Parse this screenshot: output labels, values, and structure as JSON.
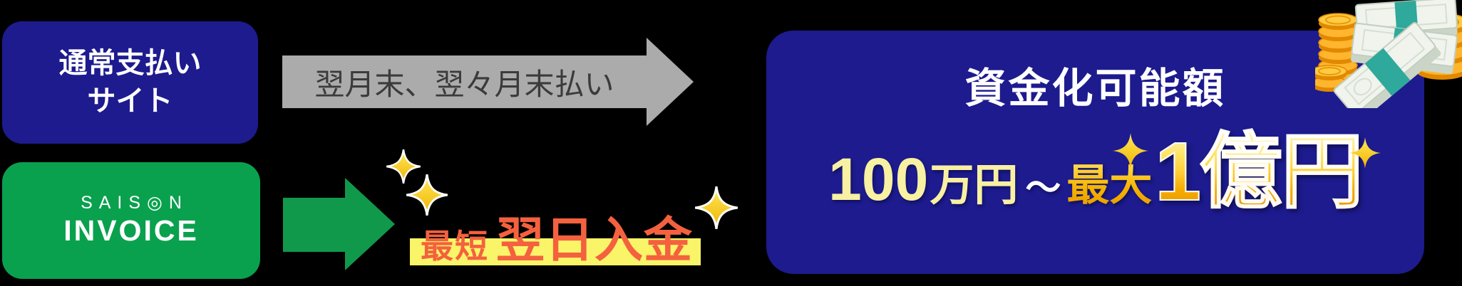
{
  "canvas": {
    "bg": "#000000"
  },
  "normal_box": {
    "line1": "通常支払い",
    "line2": "サイト",
    "bg": "#1e1b8f",
    "text_color": "#ffffff"
  },
  "gray_arrow": {
    "label": "翌月末、翌々月末払い",
    "arrow_color": "#ababab",
    "text_color": "#3b3b3b"
  },
  "saison_box": {
    "brand_top": "SAISON",
    "brand_top_display": "SAIS◎N",
    "brand_bottom": "INVOICE",
    "bg": "#0aa14e",
    "text_color": "#ffffff"
  },
  "green_arrow": {
    "color": "#11994b"
  },
  "fast_deposit": {
    "prefix": "最短",
    "main": "翌日入金",
    "text_color": "#f4613e",
    "highlight_color": "#faf469"
  },
  "amount_box": {
    "title": "資金化可能額",
    "bg": "#1d1b8e",
    "title_color": "#ffffff",
    "base_value": "100",
    "base_unit": "万円",
    "range_tilde": "〜",
    "max_label": "最大",
    "max_value": "1億円",
    "pale_gold_color": "#f8f0a2",
    "gold_color": "#f6b400"
  },
  "icons": {
    "sparkle_color": "#f5c400",
    "coin_color": "#ffb52e",
    "banknote_color": "#f0f4ed",
    "band_color": "#2ea99b"
  }
}
